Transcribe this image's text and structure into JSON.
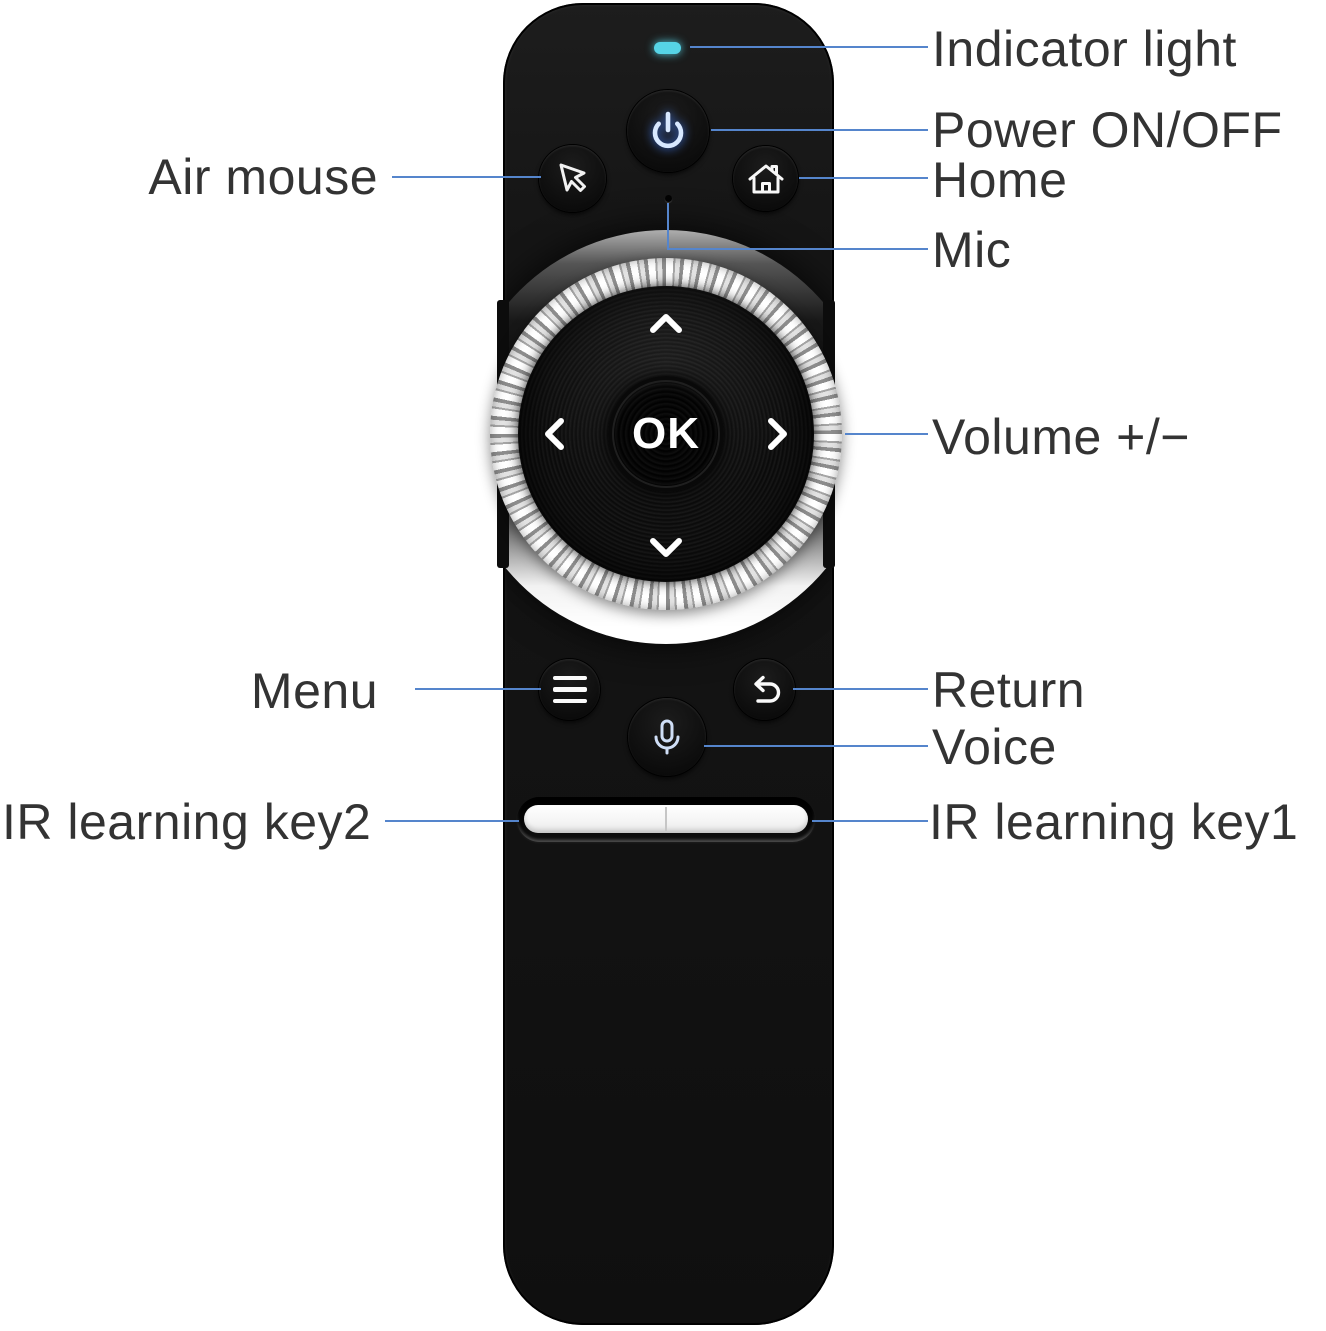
{
  "title": "Remote control button diagram",
  "colors": {
    "background": "#ffffff",
    "callout_line": "#5585cc",
    "label_text": "#333333",
    "remote_body": "#141414",
    "indicator_light": "#56d4e6",
    "wheel_silver": "#e3e3e3",
    "power_icon_glow": "#9cc2ff",
    "ir_bar": "#ffffff"
  },
  "remote": {
    "ok_label": "OK",
    "icons": {
      "indicator_light": "cyan-pill-led",
      "power": "power-symbol",
      "air_mouse": "cursor-arrow",
      "home": "house-outline",
      "mic_hole": "pinhole-dot",
      "dpad": "up/down/left/right chevrons",
      "menu": "hamburger-lines",
      "return": "u-turn-left-arrow",
      "voice": "microphone"
    }
  },
  "callouts": {
    "indicator": {
      "label": "Indicator light",
      "side": "right"
    },
    "power": {
      "label": "Power ON/OFF",
      "side": "right"
    },
    "home": {
      "label": "Home",
      "side": "right"
    },
    "mic": {
      "label": "Mic",
      "side": "right"
    },
    "volume": {
      "label": "Volume +/−",
      "side": "right"
    },
    "air_mouse": {
      "label": "Air mouse",
      "side": "left"
    },
    "menu": {
      "label": "Menu",
      "side": "left"
    },
    "return": {
      "label": "Return",
      "side": "right"
    },
    "voice": {
      "label": "Voice",
      "side": "right"
    },
    "ir_key2": {
      "label": "IR learning key2",
      "side": "left"
    },
    "ir_key1": {
      "label": "IR learning key1",
      "side": "right"
    }
  }
}
